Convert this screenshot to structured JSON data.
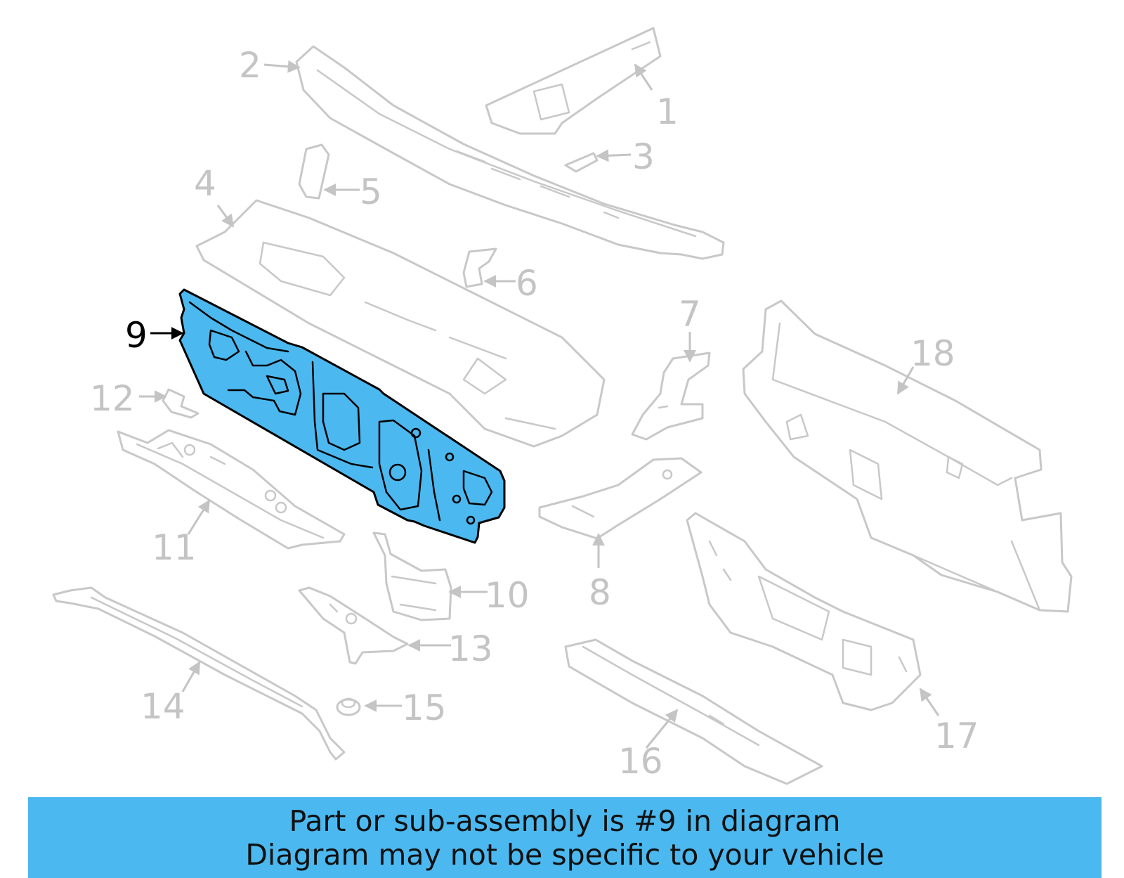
{
  "colors": {
    "highlight": "#4cb8f0",
    "outline": "#c8c8c8",
    "label": "#c4c4c4"
  },
  "highlighted_part": "9",
  "labels": {
    "p1": "1",
    "p2": "2",
    "p3": "3",
    "p4": "4",
    "p5": "5",
    "p6": "6",
    "p7": "7",
    "p8": "8",
    "p9": "9",
    "p10": "10",
    "p11": "11",
    "p12": "12",
    "p13": "13",
    "p14": "14",
    "p15": "15",
    "p16": "16",
    "p17": "17",
    "p18": "18"
  },
  "banner": {
    "line1": "Part or sub-assembly is #9 in diagram",
    "line2": "Diagram may not be specific to your vehicle"
  }
}
